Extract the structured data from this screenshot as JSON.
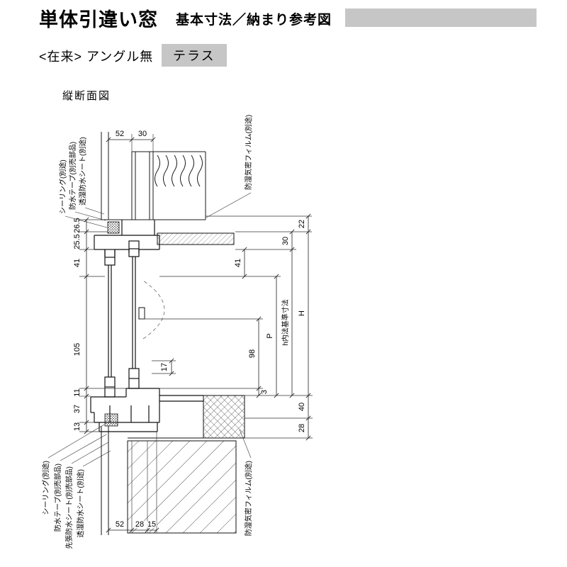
{
  "header": {
    "title": "単体引違い窓",
    "subtitle": "基本寸法／納まり参考図"
  },
  "spec": {
    "type_label": "<在来> アングル無",
    "badge": "テラス"
  },
  "drawing": {
    "section_label": "縦断面図",
    "dims": {
      "top": [
        "52",
        "30"
      ],
      "left": [
        "26.5",
        "25.5",
        "41",
        "105",
        "11",
        "37",
        "13"
      ],
      "right": [
        "22",
        "30",
        "41",
        "98",
        "3",
        "40",
        "28",
        "17"
      ],
      "axes": {
        "H": "H",
        "P": "P",
        "h": "h内法基準寸法"
      },
      "bottom": [
        "52",
        "28",
        "15"
      ]
    },
    "annotations": {
      "top_left": [
        "シーリング(別途)",
        "防水テープ(別売部品)",
        "透湿防水シート(別途)"
      ],
      "top_right": "防湿気密フィルム(別途)",
      "bottom_left": [
        "シーリング(別途)",
        "防水テープ(別売部品)",
        "先張防水シート(別売部品)",
        "透湿防水シート(別途)"
      ],
      "bottom_right": "防湿気密フィルム(別途)"
    }
  }
}
